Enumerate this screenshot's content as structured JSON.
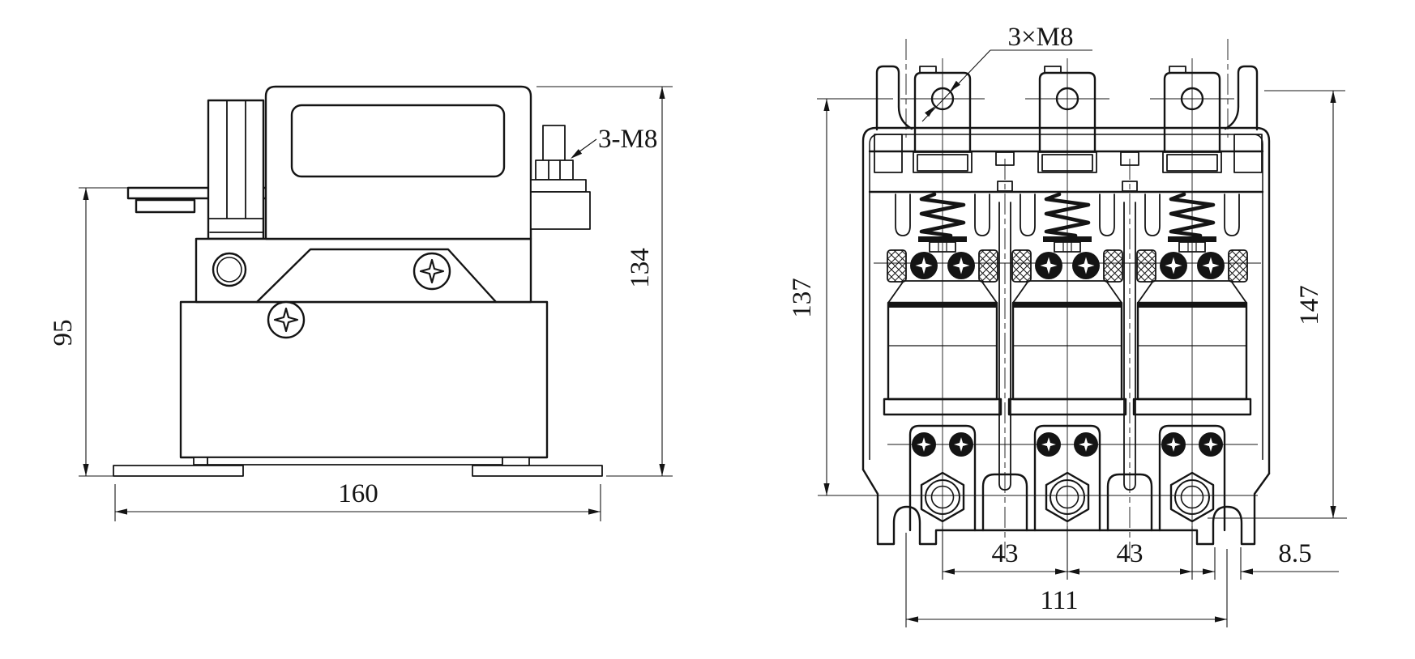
{
  "colors": {
    "line": "#141414",
    "background": "#ffffff"
  },
  "side_view": {
    "dim_arm_height": "95",
    "dim_base_width": "160",
    "dim_overall_height": "134",
    "terminal_label": "3-M8"
  },
  "front_view": {
    "terminal_label": "3×M8",
    "dim_body_height": "137",
    "dim_overall_height": "147",
    "dim_pole_pitch_a": "43",
    "dim_pole_pitch_b": "43",
    "dim_mount_slot_width": "8.5",
    "dim_mount_span": "111"
  }
}
